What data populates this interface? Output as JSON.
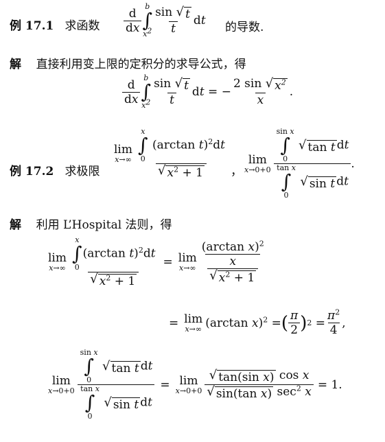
{
  "ex1": {
    "label": "例 17.1",
    "prompt": "求函数",
    "suffix": "的导数."
  },
  "sol1": {
    "label": "解",
    "text": "直接利用变上限的定积分的求导公式，得"
  },
  "ex2": {
    "label": "例 17.2",
    "prompt": "求极限",
    "sep": "，",
    "end": "."
  },
  "sol2": {
    "label": "解",
    "text": "利用 L’Hospital 法则，得"
  },
  "result": "= 1."
}
